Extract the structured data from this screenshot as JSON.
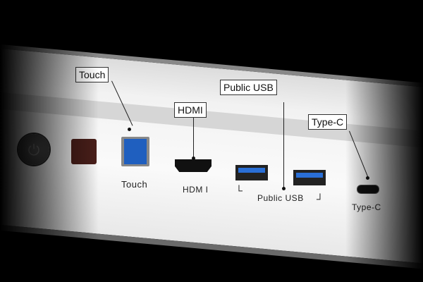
{
  "callouts": {
    "touch": "Touch",
    "hdmi": "HDMI",
    "public_usb": "Public USB",
    "type_c": "Type-C"
  },
  "port_labels": {
    "touch": "Touch",
    "hdmi": "HDM I",
    "public_usb": "Public USB",
    "type_c": "Type-C",
    "bracket_left": "└",
    "bracket_right": "┘"
  },
  "colors": {
    "usb_blue": "#2a6fd6",
    "panel": "#f2f2f2",
    "background": "#000000"
  }
}
